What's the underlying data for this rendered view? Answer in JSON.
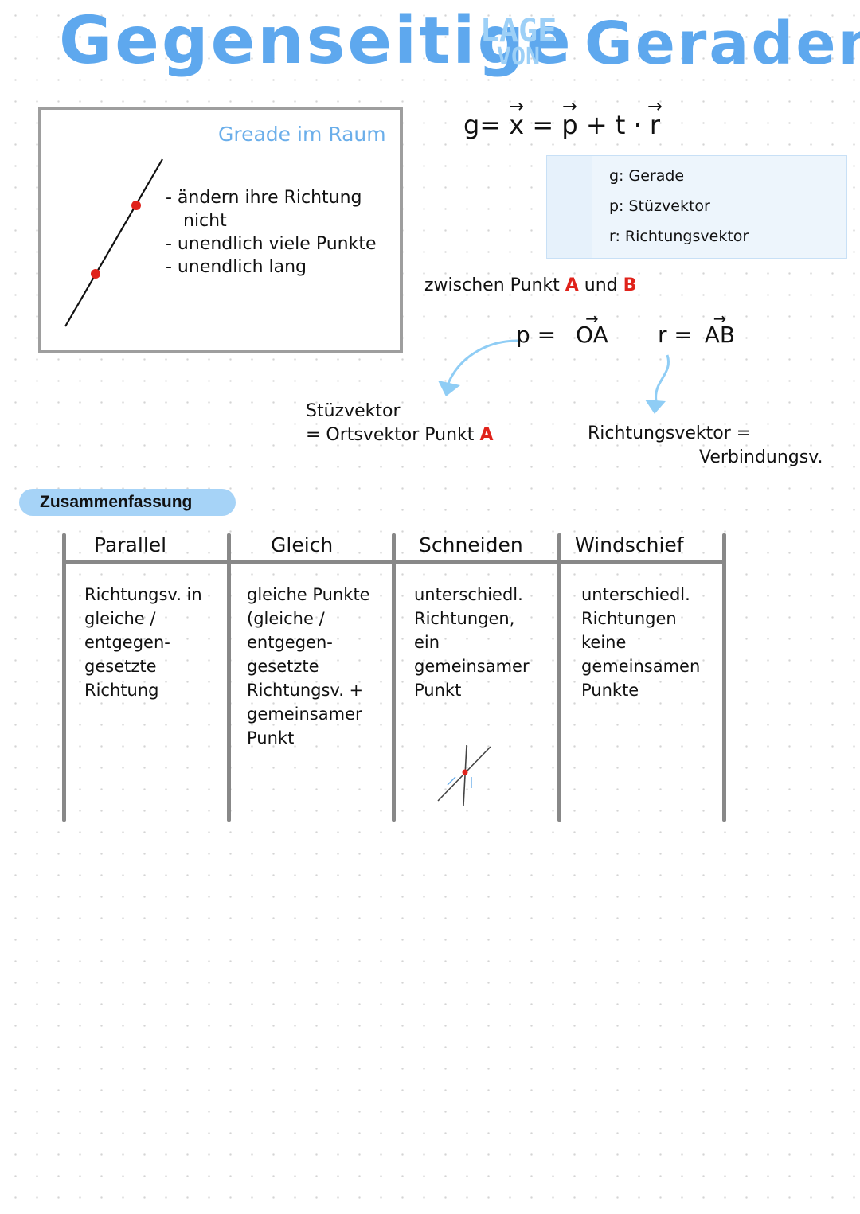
{
  "title": {
    "part1": "Gegenseitige",
    "lage": "LAGE",
    "von": "VON",
    "part2": "Geraden"
  },
  "card": {
    "heading": "Greade im Raum",
    "bullets": [
      "- ändern ihre Richtung",
      "nicht",
      "- unendlich viele Punkte",
      "- unendlich lang"
    ]
  },
  "equation": {
    "lhs": "g=",
    "x": "x",
    "p": "p",
    "t": "+ t ·",
    "r": "r"
  },
  "legend": {
    "g": "g: Gerade",
    "p": "p: Stüzvektor",
    "r": "r: Richtungsvektor"
  },
  "between": {
    "prefix": "zwischen Punkt",
    "a": "A",
    "und": "und",
    "b": "B"
  },
  "vectors": {
    "p_eq": "p =",
    "oa": "OA",
    "r_eq": "r =",
    "ab": "AB"
  },
  "stuetz": {
    "line1": "Stüzvektor",
    "line2": "= Ortsvektor Punkt",
    "a": "A"
  },
  "richtung": {
    "line1": "Richtungsvektor =",
    "line2": "Verbindungsv."
  },
  "summary": {
    "label": "Zusammenfassung",
    "columns": [
      {
        "header": "Parallel",
        "text": "Richtungsv. in gleiche / entgegen- gesetzte Richtung"
      },
      {
        "header": "Gleich",
        "text": "gleiche Punkte (gleiche / entgegen- gesetzte Richtungsv. + gemeinsamer Punkt"
      },
      {
        "header": "Schneiden",
        "text": "unterschiedl. Richtungen, ein gemeinsamer Punkt"
      },
      {
        "header": "Windschief",
        "text": "unterschiedl. Richtungen keine gemeinsamen Punkte"
      }
    ]
  },
  "colors": {
    "title": "#5ea8ee",
    "accent_red": "#e0231b",
    "highlight": "#a6d3f7",
    "arrow": "#8fcdf5"
  }
}
